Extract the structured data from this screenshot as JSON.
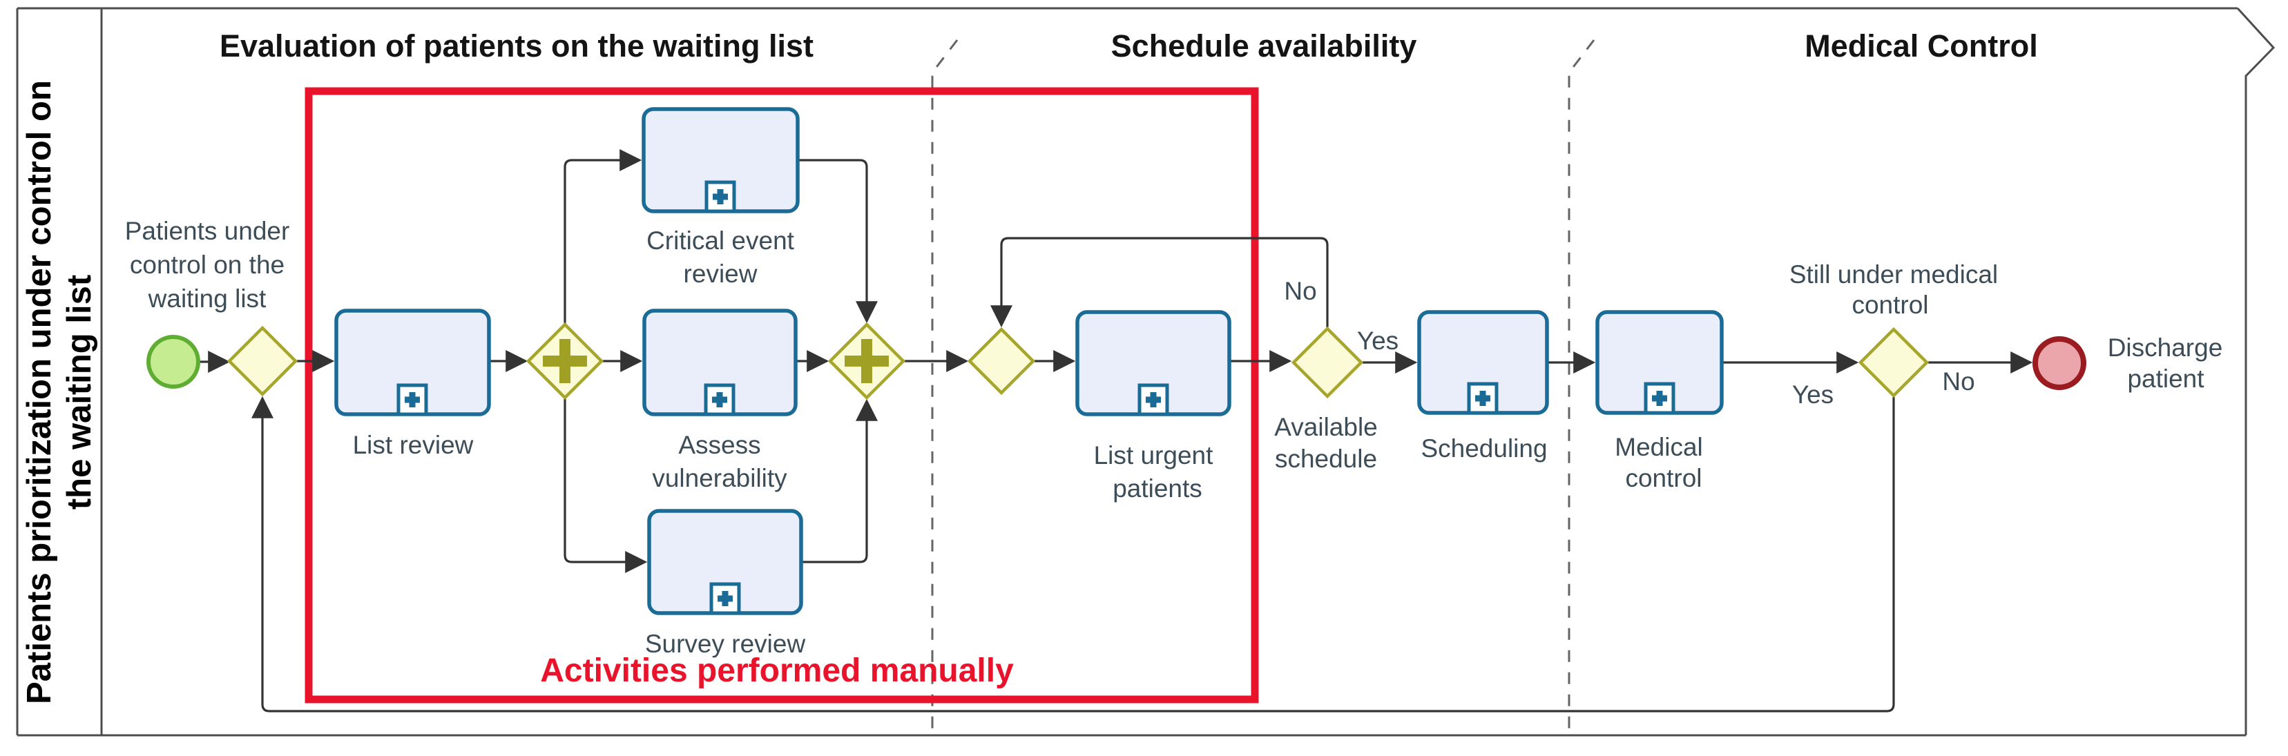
{
  "lane": {
    "label_lines": [
      "Patients prioritization under control on",
      "the waiting list"
    ]
  },
  "phases": [
    {
      "label": "Evaluation of patients on the waiting list"
    },
    {
      "label": "Schedule availability"
    },
    {
      "label": "Medical Control"
    }
  ],
  "nodes": {
    "start_event_label": [
      "Patients under",
      "control on the",
      "waiting list"
    ],
    "list_review": [
      "List review"
    ],
    "critical_event_review": [
      "Critical event",
      "review"
    ],
    "assess_vulnerability": [
      "Assess",
      "vulnerability"
    ],
    "survey_review": [
      "Survey review"
    ],
    "list_urgent_patients": [
      "List urgent",
      "patients"
    ],
    "available_schedule": [
      "Available",
      "schedule"
    ],
    "scheduling": [
      "Scheduling"
    ],
    "medical_control": [
      "Medical",
      "control"
    ],
    "still_under_medical_control": [
      "Still under medical",
      "control"
    ],
    "discharge_patient": [
      "Discharge",
      "patient"
    ]
  },
  "branch_labels": {
    "available_no": "No",
    "available_yes": "Yes",
    "still_yes": "Yes",
    "still_no": "No"
  },
  "annotation": {
    "text": "Activities performed manually"
  },
  "colors": {
    "task_fill": "#eaeefb",
    "task_stroke": "#1a6b96",
    "gateway_fill": "#fbfbd8",
    "gateway_stroke": "#a6a62c",
    "gateway_marker": "#a0a024",
    "start_fill": "#c5ec91",
    "start_stroke": "#5fae33",
    "end_fill": "#eba6ab",
    "end_stroke": "#9b1c20",
    "annotation_red": "#e9142b",
    "line_color": "#333333",
    "label_color": "#3d4d57",
    "heading_color": "#141414",
    "pool_stroke": "#4d4d4d"
  }
}
